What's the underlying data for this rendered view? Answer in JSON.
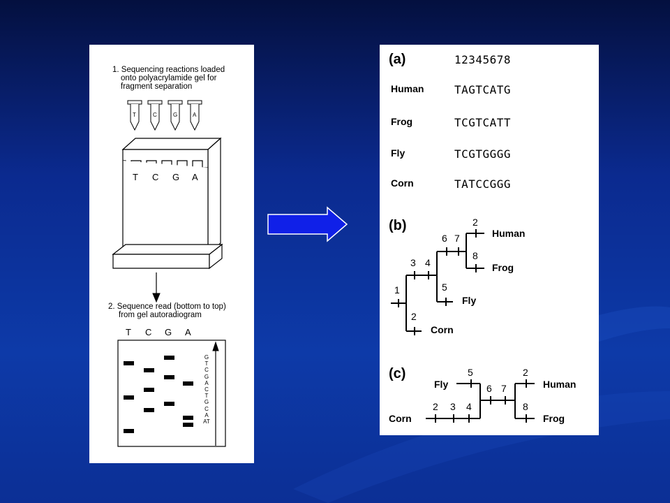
{
  "colors": {
    "arrow": "#1020e8",
    "arrow_edge": "#ffffff",
    "background": "#0b2a8f",
    "panel": "#ffffff"
  },
  "left": {
    "step1_lines": [
      "1. Sequencing reactions loaded",
      "onto polyacrylamide gel for",
      "fragment separation"
    ],
    "tube_labels": [
      "T",
      "C",
      "G",
      "A"
    ],
    "gel_lanes": [
      "T",
      "C",
      "G",
      "A"
    ],
    "step2_lines": [
      "2. Sequence read (bottom to top)",
      "from gel autoradiogram"
    ],
    "autorad_lanes": [
      "T",
      "C",
      "G",
      "A"
    ],
    "read_sequence": "GTCGACTGCAAT"
  },
  "right": {
    "panel_a": {
      "label": "(a)",
      "positions": "12345678",
      "rows": [
        {
          "species": "Human",
          "seq": "TAGTCATG"
        },
        {
          "species": "Frog",
          "seq": "TCGTCATT"
        },
        {
          "species": "Fly",
          "seq": "TCGTGGGG"
        },
        {
          "species": "Corn",
          "seq": "TATCCGGG"
        }
      ]
    },
    "panel_b": {
      "label": "(b)",
      "numbers": [
        "1",
        "2",
        "3",
        "4",
        "5",
        "6",
        "7",
        "2",
        "8"
      ],
      "species": [
        "Human",
        "Frog",
        "Fly",
        "Corn"
      ]
    },
    "panel_c": {
      "label": "(c)",
      "numbers": [
        "5",
        "2",
        "3",
        "4",
        "6",
        "7",
        "2",
        "8"
      ],
      "species": [
        "Fly",
        "Human",
        "Corn",
        "Frog"
      ]
    }
  }
}
